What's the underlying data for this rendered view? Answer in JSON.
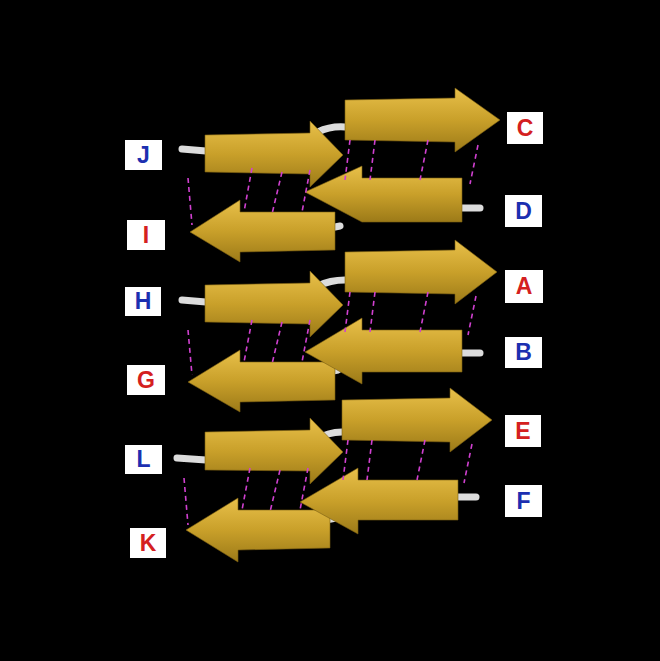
{
  "diagram": {
    "nodes": [
      {
        "text": [
          "C"
        ]
      },
      {
        "text": [
          "J"
        ]
      },
      {
        "text": [
          "D"
        ]
      },
      {
        "text": [
          "I"
        ]
      },
      {
        "text": [
          "A"
        ]
      },
      {
        "text": [
          "H"
        ]
      },
      {
        "text": [
          "B"
        ]
      },
      {
        "text": [
          "G"
        ]
      },
      {
        "text": [
          "E"
        ]
      },
      {
        "text": [
          "L"
        ]
      },
      {
        "text": [
          "F"
        ]
      },
      {
        "text": [
          "K"
        ]
      }
    ]
  }
}
